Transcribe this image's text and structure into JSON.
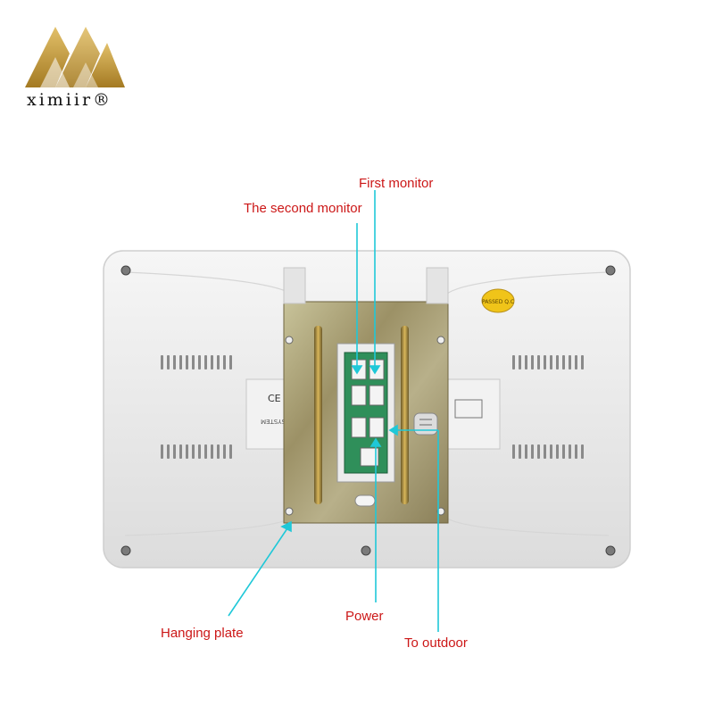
{
  "brand": {
    "name": "ximiir®",
    "logo": "gold-xm-logo-icon",
    "color": "#c39a3b"
  },
  "product": "video intercom monitor back panel",
  "labels": {
    "first_monitor": "First monitor",
    "second_monitor": "The second monitor",
    "hanging_plate": "Hanging plate",
    "power": "Power",
    "to_outdoor": "To outdoor"
  },
  "sticker": {
    "text": "PASSED Q.C"
  },
  "colors": {
    "label_text": "#cc1717",
    "leader_line": "#1fc8d8",
    "housing": "#eeeeee",
    "plate": "#a8a27c"
  }
}
